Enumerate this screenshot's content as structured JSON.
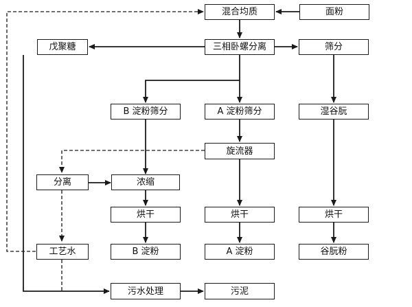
{
  "nodes": {
    "mix": "混合均质",
    "flour": "面粉",
    "decanter": "三相卧螺分离",
    "pentosan": "戊聚糖",
    "sieve": "筛分",
    "b_sieve": "B 淀粉筛分",
    "a_sieve": "A 淀粉筛分",
    "wet_gluten": "湿谷朊",
    "cyclone": "旋流器",
    "separate": "分离",
    "concentrate": "浓缩",
    "dry_b": "烘干",
    "dry_a": "烘干",
    "dry_g": "烘干",
    "process_water": "工艺水",
    "b_starch": "B 淀粉",
    "a_starch": "A 淀粉",
    "gluten_powder": "谷朊粉",
    "wastewater": "污水处理",
    "sludge": "污泥"
  },
  "colors": {
    "line": "#1a1a1a",
    "box_border": "#1a1a1a",
    "text": "#111111"
  }
}
